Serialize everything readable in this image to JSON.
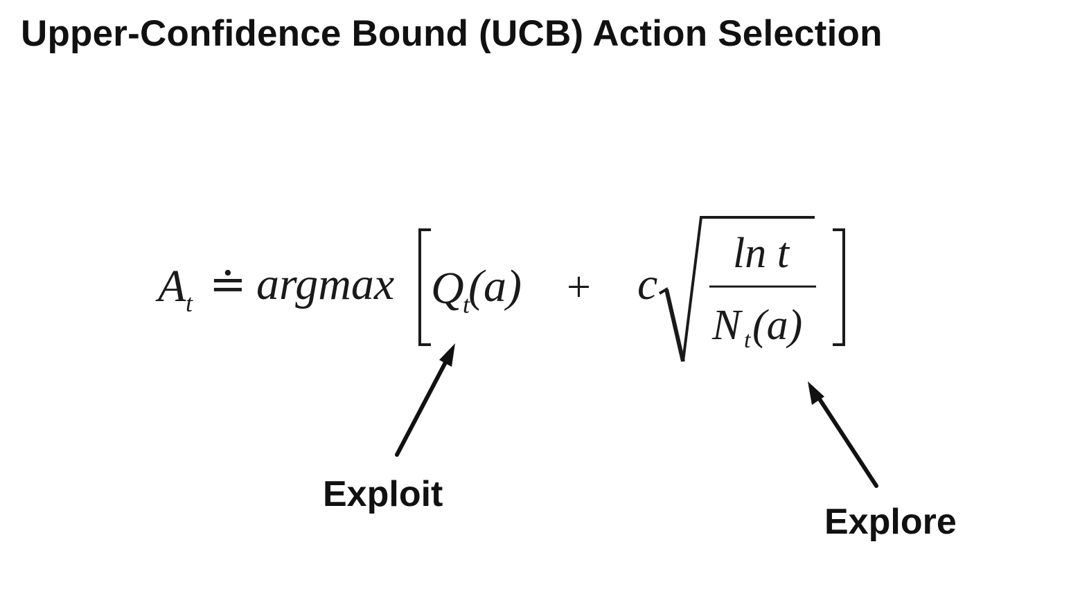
{
  "slide": {
    "title": "Upper-Confidence Bound (UCB) Action Selection"
  },
  "formula": {
    "lhs_symbol": "A",
    "lhs_subscript": "t",
    "relation": "≐",
    "operator": "argmax",
    "exploit_symbol": "Q",
    "exploit_subscript": "t",
    "exploit_arg": "(a)",
    "plus": "+",
    "coefficient": "c",
    "numerator": "ln t",
    "denominator_symbol": "N",
    "denominator_subscript": "t",
    "denominator_arg": "(a)"
  },
  "annotations": {
    "exploit_label": "Exploit",
    "explore_label": "Explore"
  },
  "colors": {
    "ink": "#111111",
    "background": "#ffffff"
  }
}
